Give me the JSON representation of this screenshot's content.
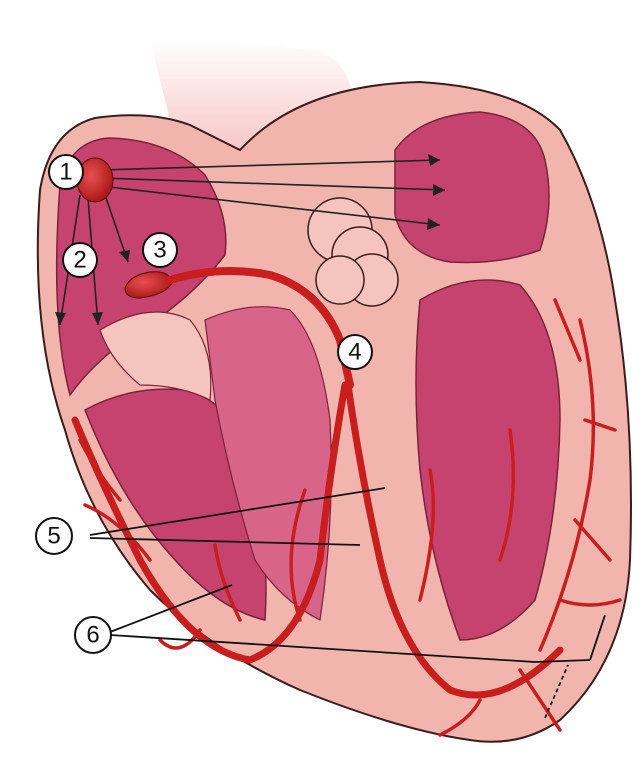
{
  "labels": [
    {
      "id": "1",
      "text": "1"
    },
    {
      "id": "2",
      "text": "2"
    },
    {
      "id": "3",
      "text": "3"
    },
    {
      "id": "4",
      "text": "4"
    },
    {
      "id": "5",
      "text": "5"
    },
    {
      "id": "6",
      "text": "6"
    }
  ],
  "colors": {
    "outer_tissue": "#f2b5ae",
    "chamber": "#c6436f",
    "chamber_light": "#d9648a",
    "conduction": "#c81e1e",
    "node": "#b51616",
    "outline": "#3a1c1c",
    "vessel_gradient_top": "#ffffff",
    "vessel_gradient_bottom": "#f4a7a7"
  }
}
